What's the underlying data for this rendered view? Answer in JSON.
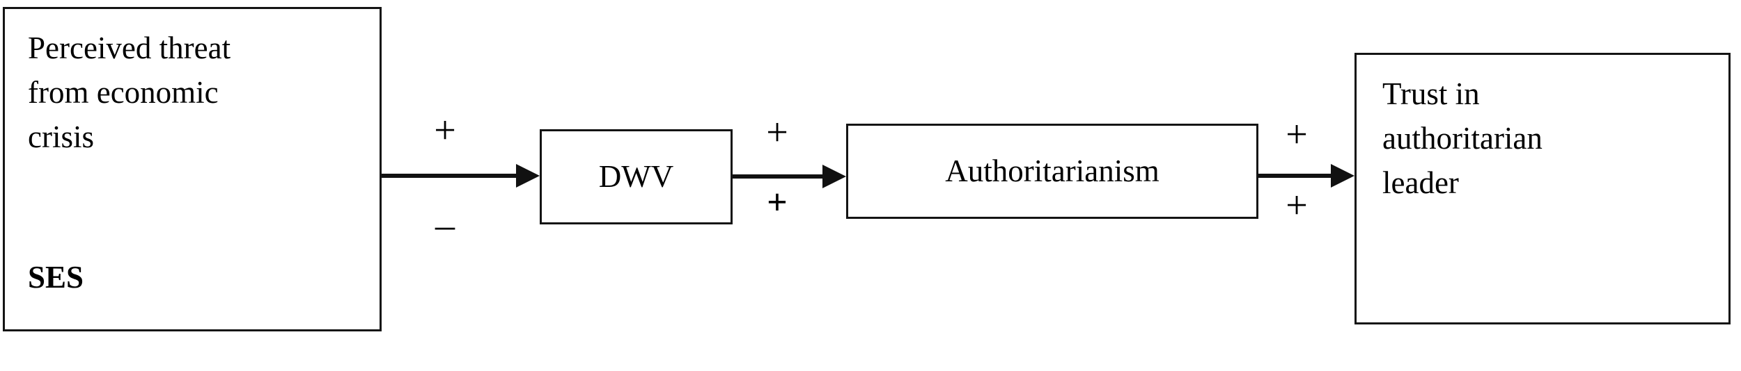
{
  "diagram": {
    "title": "Perceived threat, DWV, authoritarianism and trust in authoritarian leader model",
    "background_color": "#ffffff",
    "line_color": "#111111",
    "text_color": "#000000"
  },
  "nodes": [
    {
      "id": "perceived-threat",
      "label": "Perceived threat\nfrom economic\ncrisis",
      "sublabel": "SES",
      "sublabel_bold": true
    },
    {
      "id": "dwv",
      "label": "DWV"
    },
    {
      "id": "authoritarianism",
      "label": "Authoritarianism"
    },
    {
      "id": "trust",
      "label": "Trust in\nauthoritarian\nleader"
    }
  ],
  "edges": [
    {
      "id": "threat-to-dwv",
      "from": "perceived-threat",
      "to": "dwv",
      "sign_above": "+",
      "sign_below": "–"
    },
    {
      "id": "dwv-to-authoritarianism",
      "from": "dwv",
      "to": "authoritarianism",
      "sign_above": "+",
      "sign_below": "+"
    },
    {
      "id": "authoritarianism-to-trust",
      "from": "authoritarianism",
      "to": "trust",
      "sign_above": "+",
      "sign_below": "+"
    }
  ]
}
